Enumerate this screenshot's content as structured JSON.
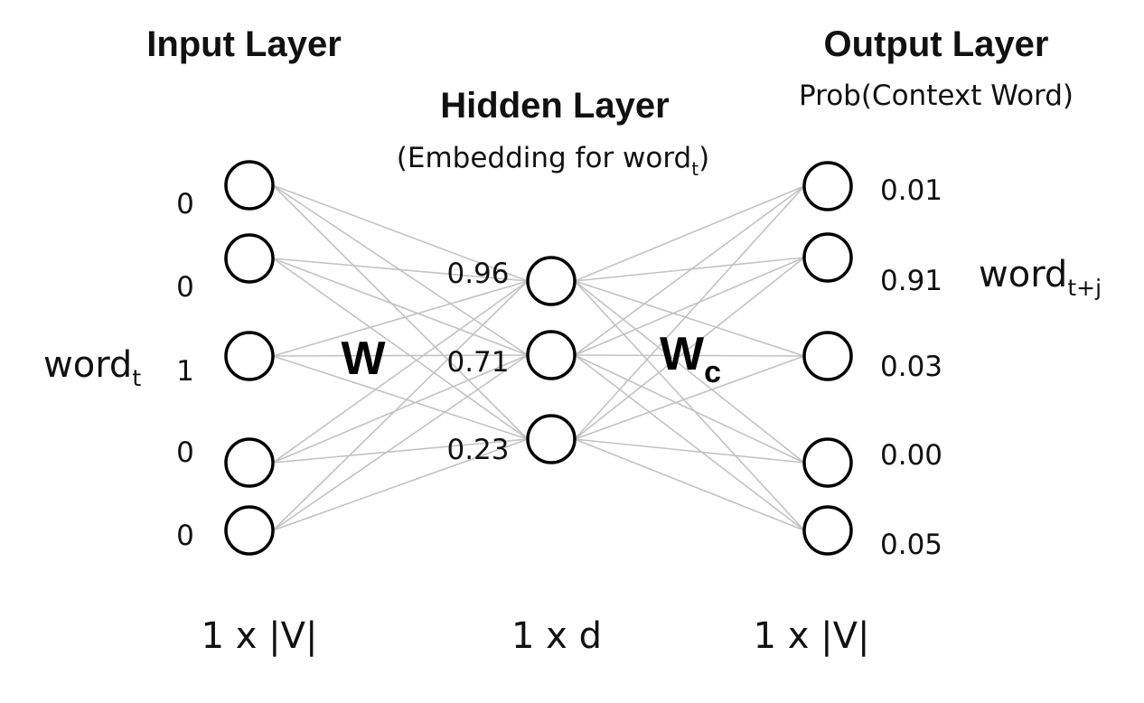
{
  "input_layer": {
    "title": "Input Layer",
    "values": [
      "0",
      "0",
      "1",
      "0",
      "0"
    ],
    "word_label": "word",
    "word_sub": "t",
    "dimension": "1 x |V|"
  },
  "hidden_layer": {
    "title": "Hidden Layer",
    "subtitle": "(Embedding for word",
    "subtitle_sub": "t",
    "subtitle_close": ")",
    "values": [
      "0.96",
      "0.71",
      "0.23"
    ],
    "dimension": "1 x d"
  },
  "output_layer": {
    "title": "Output Layer",
    "subtitle": "Prob(Context Word)",
    "values": [
      "0.01",
      "0.91",
      "0.03",
      "0.00",
      "0.05"
    ],
    "word_label": "word",
    "word_sub": "t+j",
    "dimension": "1 x |V|"
  },
  "weights": {
    "input_to_hidden": "W",
    "hidden_to_output": "W",
    "hidden_to_output_sub": "c"
  },
  "colors": {
    "edge": "#c2c2c2",
    "node_stroke": "#000000",
    "text": "#111111"
  }
}
